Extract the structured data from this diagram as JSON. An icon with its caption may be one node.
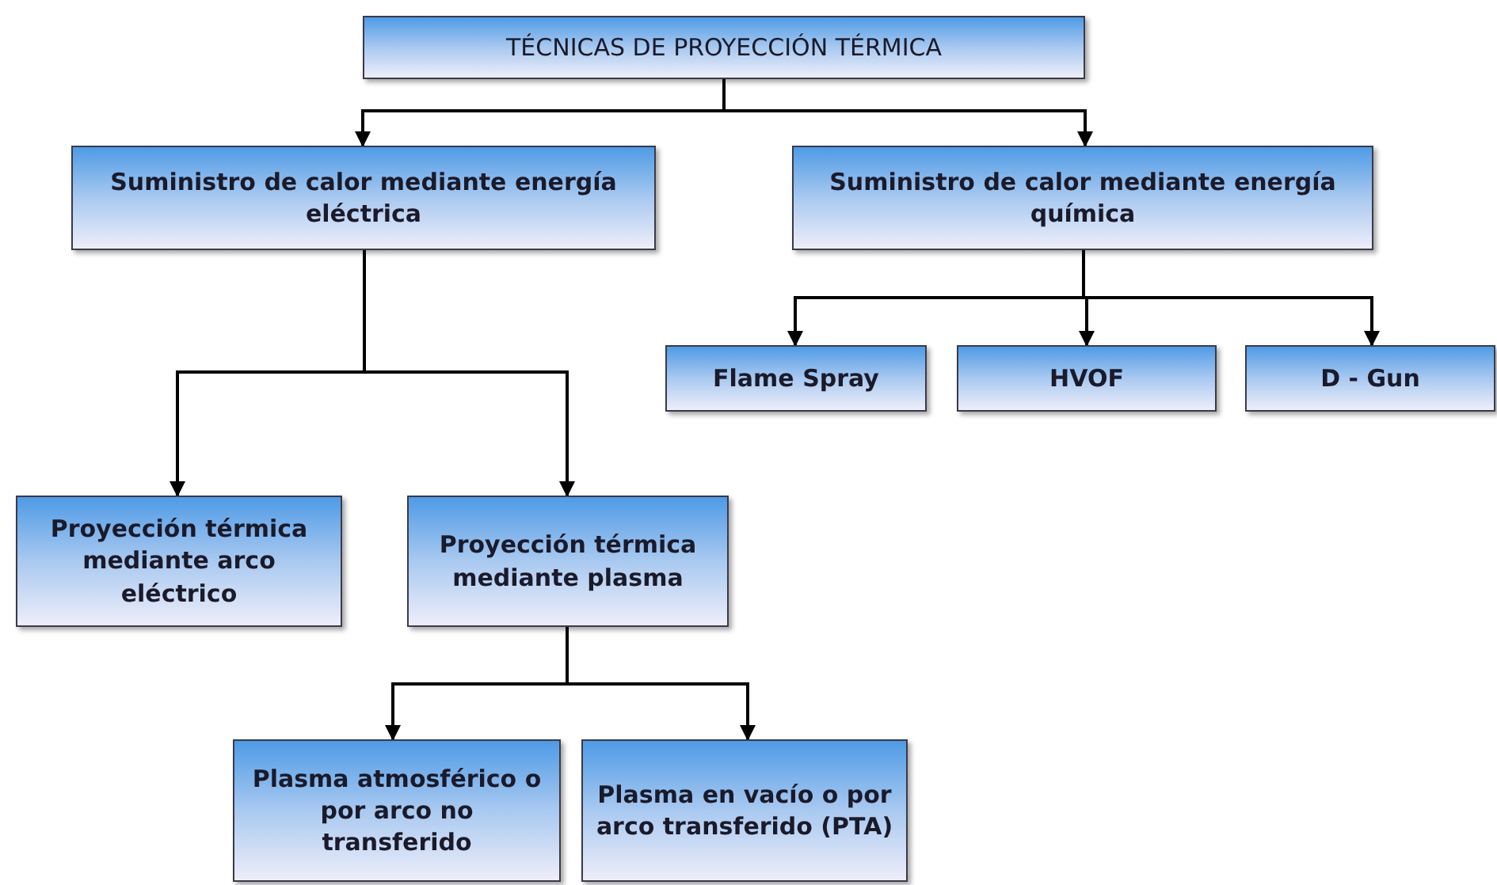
{
  "diagram": {
    "nodes": [
      {
        "text": [
          "TÉCNICAS DE PROYECCIÓN TÉRMICA"
        ]
      },
      {
        "text": [
          "Suministro de calor mediante energía eléctrica"
        ]
      },
      {
        "text": [
          "Suministro de calor mediante energía química"
        ]
      },
      {
        "text": [
          "Flame Spray"
        ]
      },
      {
        "text": [
          "HVOF"
        ]
      },
      {
        "text": [
          "D - Gun"
        ]
      },
      {
        "text": [
          "Proyección térmica mediante arco eléctrico"
        ]
      },
      {
        "text": [
          "Proyección térmica mediante plasma"
        ]
      },
      {
        "text": [
          "Plasma atmosférico o por arco no transferido"
        ]
      },
      {
        "text": [
          "Plasma en vacío o por arco transferido (PTA)"
        ]
      }
    ],
    "edges": [
      {
        "from": 0,
        "to": 1,
        "arrow": "to"
      },
      {
        "from": 0,
        "to": 2,
        "arrow": "to"
      },
      {
        "from": 2,
        "to": 3,
        "arrow": "to"
      },
      {
        "from": 2,
        "to": 4,
        "arrow": "to"
      },
      {
        "from": 2,
        "to": 5,
        "arrow": "to"
      },
      {
        "from": 1,
        "to": 6,
        "arrow": "to"
      },
      {
        "from": 1,
        "to": 7,
        "arrow": "to"
      },
      {
        "from": 7,
        "to": 8,
        "arrow": "to"
      },
      {
        "from": 7,
        "to": 9,
        "arrow": "to"
      }
    ]
  }
}
